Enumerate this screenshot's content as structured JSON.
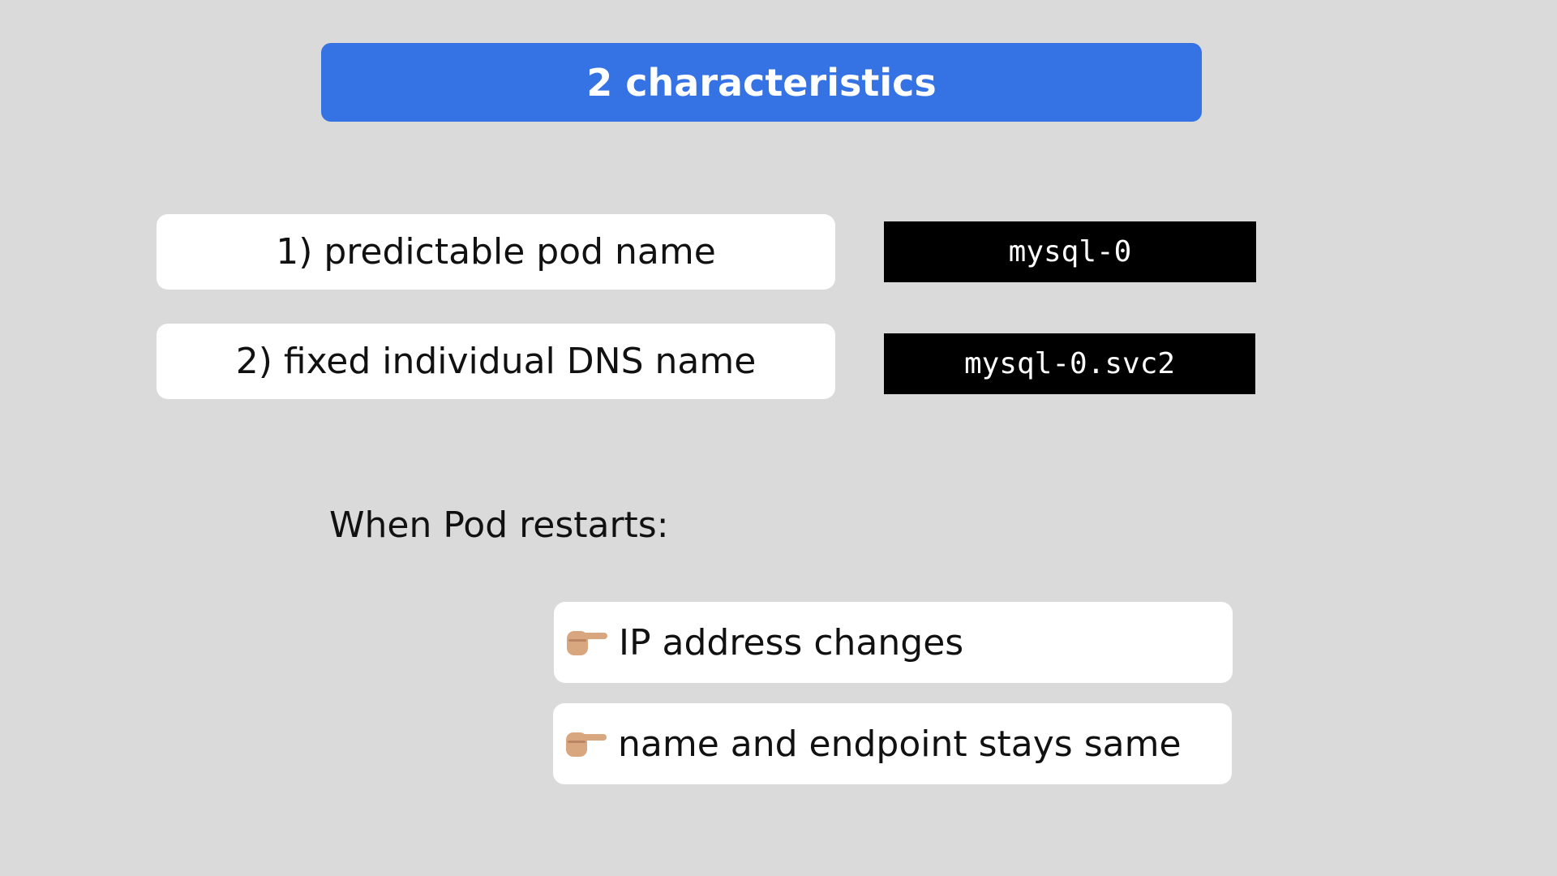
{
  "header": {
    "title": "2 characteristics"
  },
  "characteristics": [
    {
      "label": "1) predictable pod name",
      "example": "mysql-0"
    },
    {
      "label": "2) fixed individual DNS name",
      "example": "mysql-0.svc2"
    }
  ],
  "restart": {
    "heading": "When Pod restarts:",
    "points": [
      {
        "icon": "pointing-hand-icon",
        "text": "IP address changes"
      },
      {
        "icon": "pointing-hand-icon",
        "text": "name and endpoint stays same"
      }
    ]
  },
  "colors": {
    "background": "#dadada",
    "title_bar": "#3572e3",
    "code_background": "#000000",
    "card": "#ffffff"
  }
}
